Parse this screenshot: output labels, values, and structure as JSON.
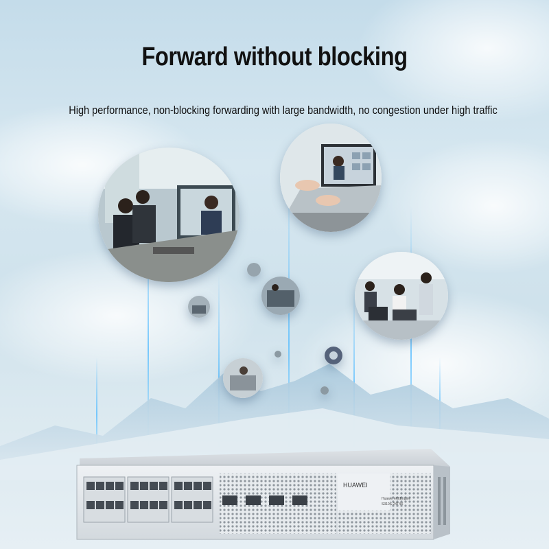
{
  "header": {
    "title": "Forward without blocking",
    "subtitle": "High performance, non-blocking forwarding with large bandwidth, no congestion under high traffic"
  },
  "device": {
    "brand_logo": "HUAWEI",
    "model_line_1": "Huawei eKitEngine",
    "model_line_2": "S310S-24T4X"
  },
  "colors": {
    "sky_top": "#c4dcea",
    "sky_bottom": "#e6eff4",
    "light_beam": "#5abeff",
    "title_text": "#111111"
  }
}
